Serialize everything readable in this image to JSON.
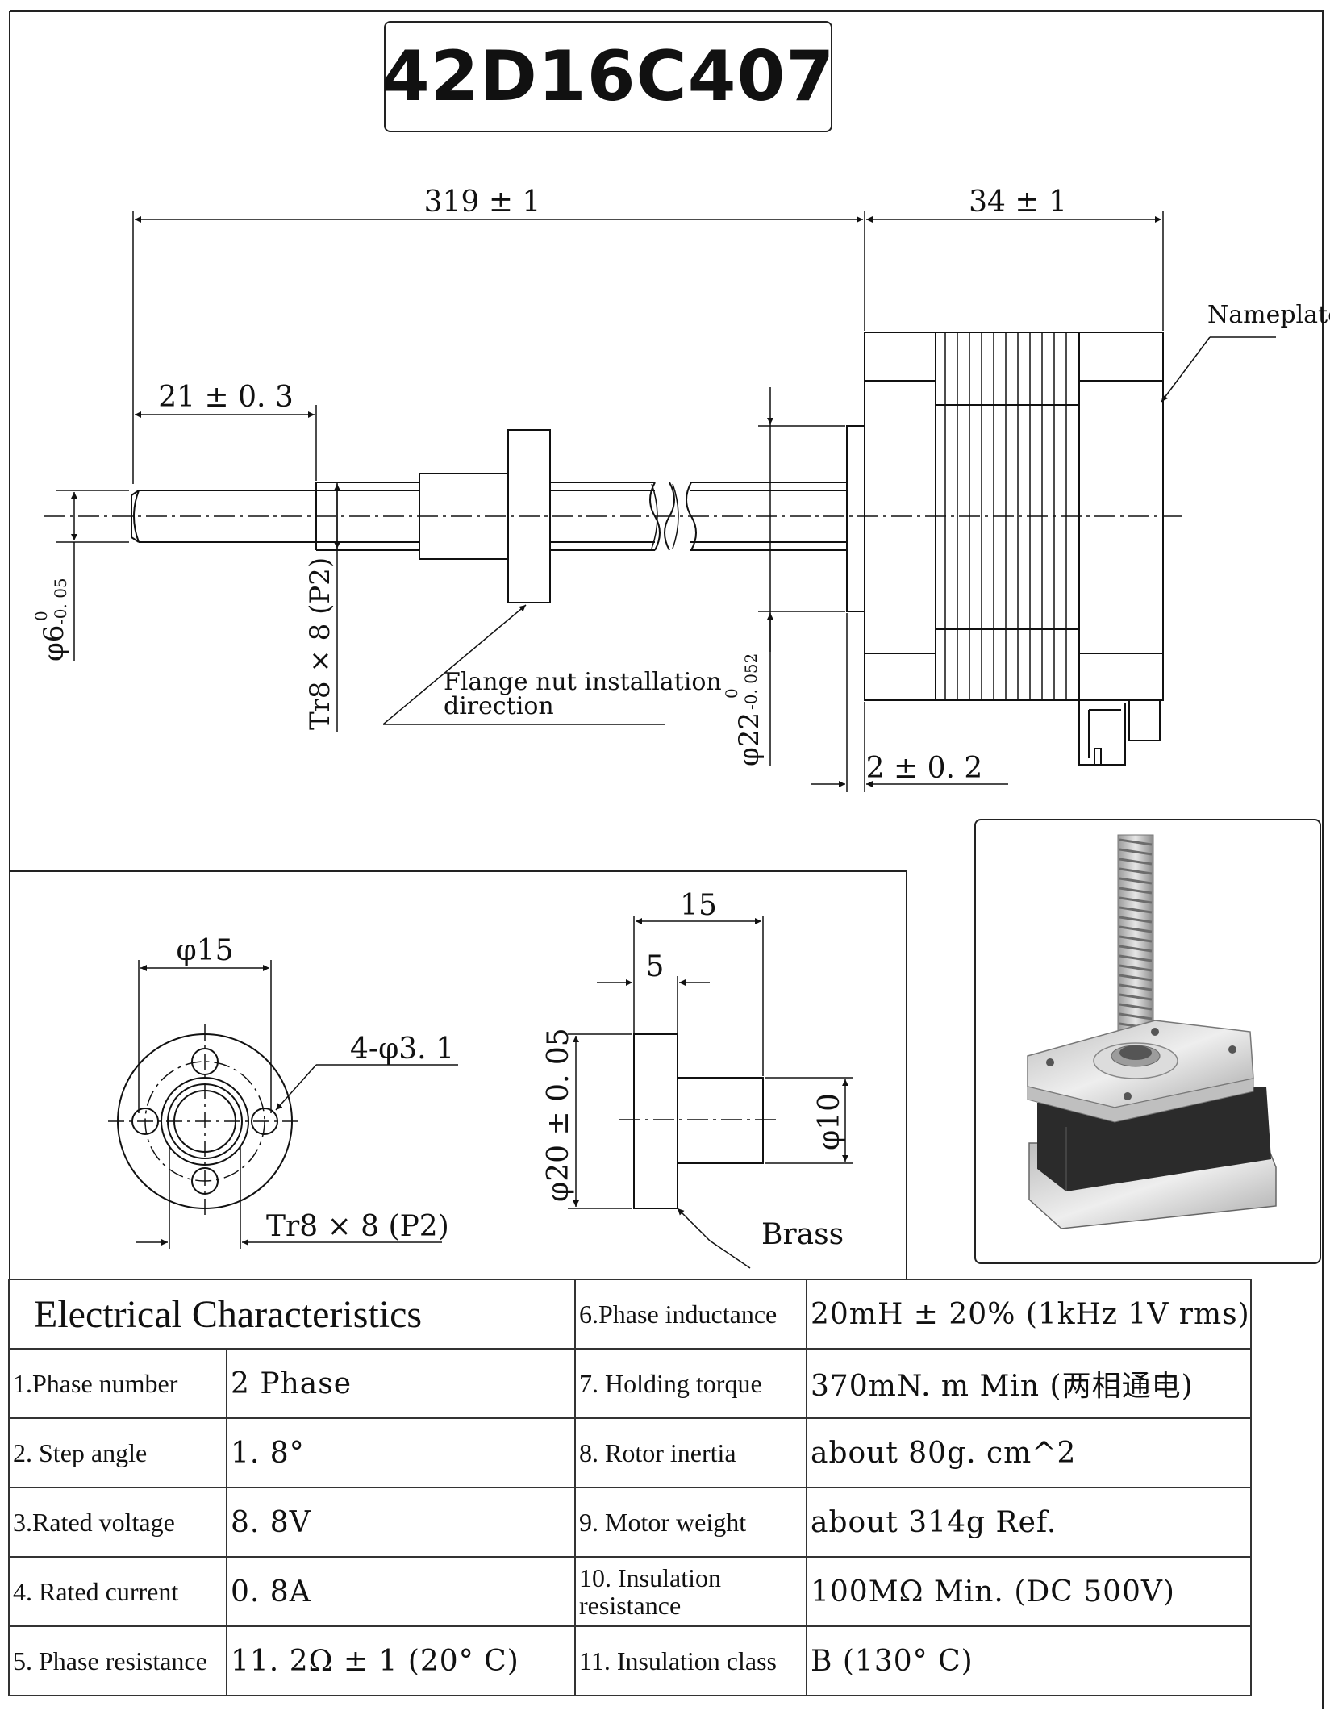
{
  "title": "42D16C407",
  "dimensions": {
    "total_length": "319 ± 1",
    "motor_length": "34 ± 1",
    "shaft_end_length": "21 ± 0. 3",
    "shaft_diameter": "φ6",
    "shaft_tol_upper": "0",
    "shaft_tol_lower": "-0. 05",
    "thread": "Tr8 × 8 (P2)",
    "boss_diameter": "φ22",
    "boss_tol_upper": "0",
    "boss_tol_lower": "-0. 052",
    "boss_height": "2 ± 0. 2",
    "nut_flange_diameter": "φ15",
    "nut_holes": "4-φ3. 1",
    "nut_thread": "Tr8 × 8 (P2)",
    "nut_length": "15",
    "nut_flange_thickness": "5",
    "nut_flange_od": "φ20 ± 0. 05",
    "nut_body_diameter": "φ10"
  },
  "labels": {
    "nameplate": "Nameplate",
    "flange_note_line1": "Flange nut installation",
    "flange_note_line2": "direction",
    "material": "Brass"
  },
  "table": {
    "header": "Electrical Characteristics",
    "left": [
      {
        "label": "1.Phase number",
        "value": "2 Phase"
      },
      {
        "label": "2. Step angle",
        "value": "1. 8°"
      },
      {
        "label": "3.Rated voltage",
        "value": "8. 8V"
      },
      {
        "label": "4. Rated current",
        "value": "0. 8A"
      },
      {
        "label": "5. Phase resistance",
        "value": "11. 2Ω ± 1 (20°  C)"
      }
    ],
    "right": [
      {
        "label": "6.Phase inductance",
        "value": "20mH ± 20% (1kHz  1V  rms)"
      },
      {
        "label": "7. Holding torque",
        "value": "370mN. m  Min (两相通电)"
      },
      {
        "label": "8. Rotor inertia",
        "value": "about 80g. cm^2"
      },
      {
        "label": "9. Motor weight",
        "value": "about 314g  Ref."
      },
      {
        "label_line1": "10. Insulation",
        "label_line2": "resistance",
        "value": "100MΩ  Min. (DC  500V)"
      },
      {
        "label": "11. Insulation class",
        "value": "B (130°  C)"
      }
    ]
  }
}
